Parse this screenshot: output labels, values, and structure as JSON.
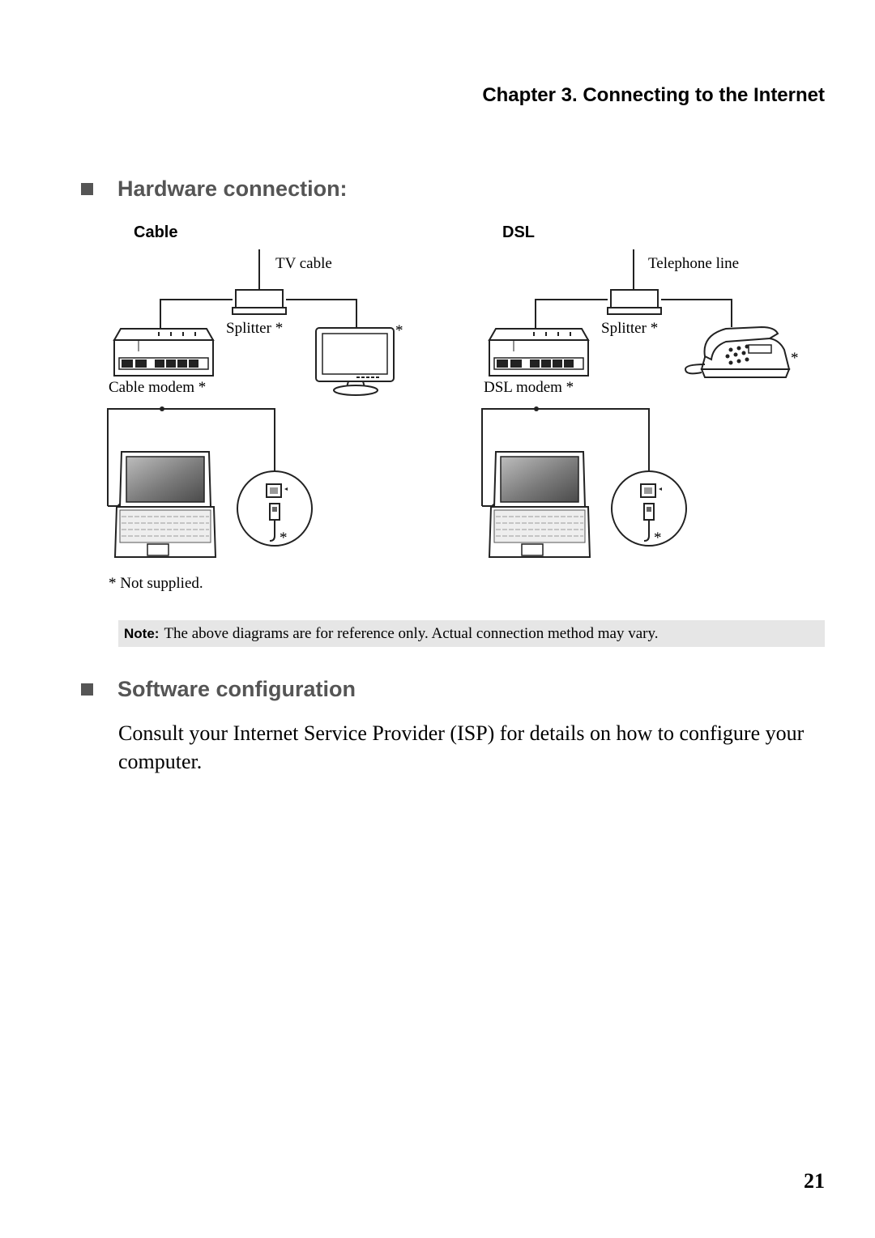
{
  "header": {
    "chapter_title": "Chapter 3. Connecting to the Internet"
  },
  "hardware": {
    "heading": "Hardware connection:",
    "cable": {
      "title": "Cable",
      "tv_cable": "TV cable",
      "splitter": "Splitter *",
      "tv_asterisk": "*",
      "modem": "Cable modem *",
      "lan_asterisk": "*"
    },
    "dsl": {
      "title": "DSL",
      "telephone_line": "Telephone line",
      "splitter": "Splitter *",
      "phone_asterisk": "*",
      "modem": "DSL modem *",
      "lan_asterisk": "*"
    },
    "footnote": "* Not supplied."
  },
  "note": {
    "label": "Note:",
    "text": "The above diagrams are for reference only. Actual connection method may vary."
  },
  "software": {
    "heading": "Software configuration",
    "body": "Consult your Internet Service Provider (ISP) for details on how to configure your computer."
  },
  "page_number": "21"
}
